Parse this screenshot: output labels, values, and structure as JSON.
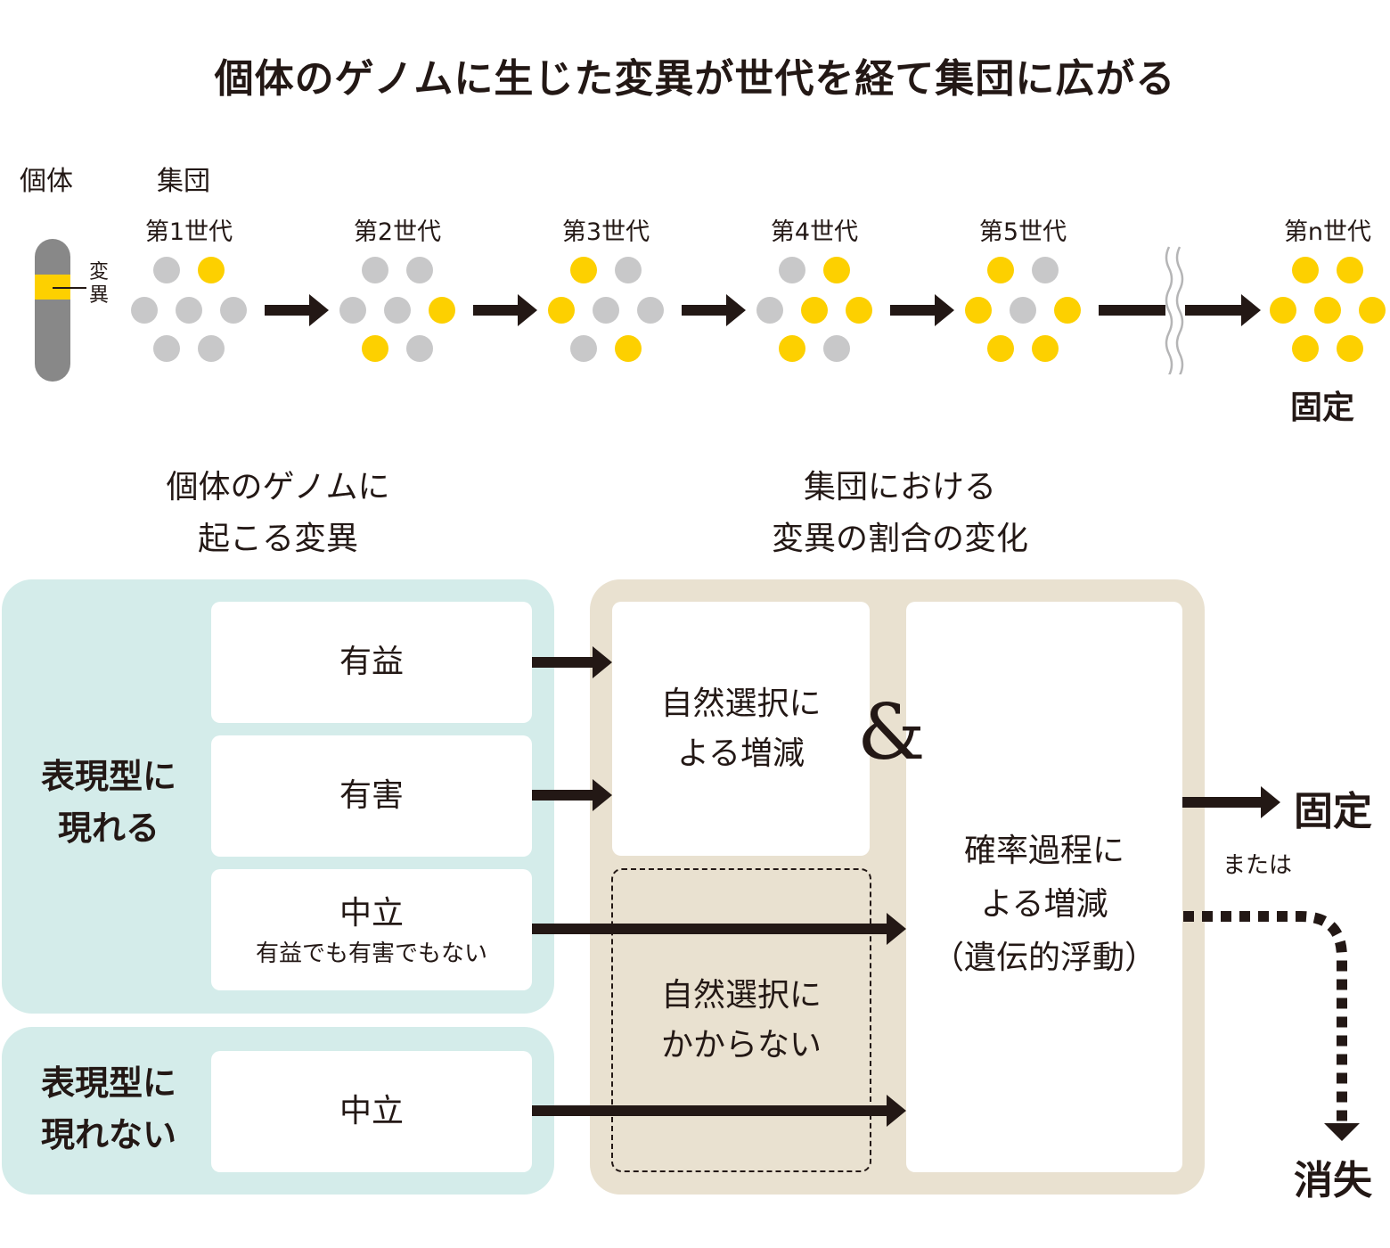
{
  "title": "個体のゲノムに生じた変異が世代を経て集団に広がる",
  "top": {
    "individual_label": "個体",
    "population_label": "集団",
    "mutation_label": "変異",
    "fixed_label": "固定",
    "colors": {
      "mutant": "#fdd000",
      "wild": "#c8c8c9",
      "chromosome": "#888888"
    },
    "generations": [
      {
        "label": "第1世代",
        "dots": [
          "g",
          "y",
          "g",
          "g",
          "g",
          "g",
          "g"
        ]
      },
      {
        "label": "第2世代",
        "dots": [
          "g",
          "g",
          "g",
          "g",
          "y",
          "y",
          "g"
        ]
      },
      {
        "label": "第3世代",
        "dots": [
          "y",
          "g",
          "y",
          "g",
          "g",
          "g",
          "y"
        ]
      },
      {
        "label": "第4世代",
        "dots": [
          "g",
          "y",
          "g",
          "y",
          "y",
          "y",
          "g"
        ]
      },
      {
        "label": "第5世代",
        "dots": [
          "y",
          "g",
          "y",
          "g",
          "y",
          "y",
          "y"
        ]
      },
      {
        "label": "第n世代",
        "dots": [
          "y",
          "y",
          "y",
          "y",
          "y",
          "y",
          "y"
        ]
      }
    ]
  },
  "left_header": {
    "line1": "個体のゲノムに",
    "line2": "起こる変異"
  },
  "right_header": {
    "line1": "集団における",
    "line2": "変異の割合の変化"
  },
  "phenotypic": {
    "label_line1": "表現型に",
    "label_line2": "現れる",
    "items": [
      {
        "label": "有益"
      },
      {
        "label": "有害"
      },
      {
        "label": "中立",
        "sub": "有益でも有害でもない"
      }
    ]
  },
  "non_phenotypic": {
    "label_line1": "表現型に",
    "label_line2": "現れない",
    "items": [
      {
        "label": "中立"
      }
    ]
  },
  "natural_selection": {
    "line1": "自然選択に",
    "line2": "よる増減"
  },
  "no_selection": {
    "line1": "自然選択に",
    "line2": "かからない"
  },
  "ampersand": "&",
  "drift": {
    "line1": "確率過程に",
    "line2": "よる増減",
    "line3": "（遺伝的浮動）"
  },
  "outcomes": {
    "fixed": "固定",
    "or": "または",
    "lost": "消失"
  }
}
